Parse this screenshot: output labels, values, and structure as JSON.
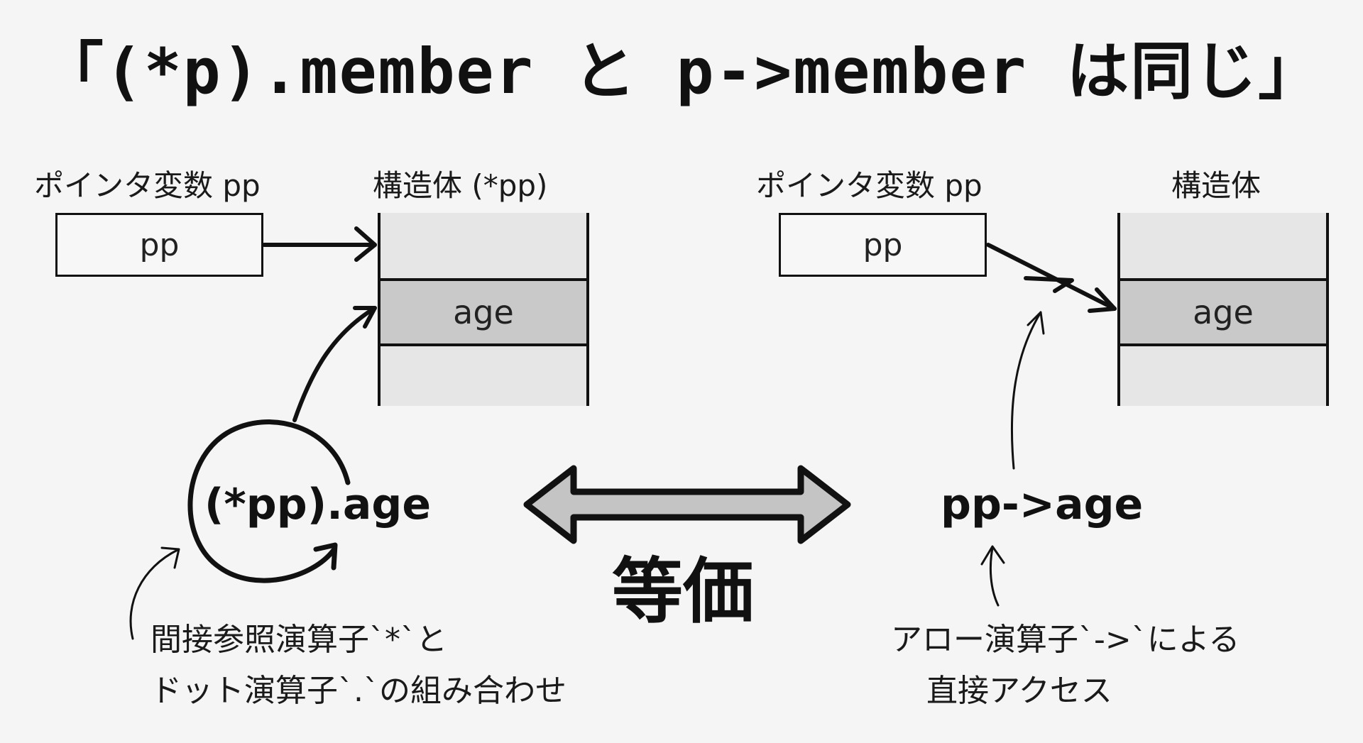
{
  "title": "「(*p).member と p->member は同じ」",
  "left": {
    "pointer_label": "ポインタ変数 pp",
    "pointer_value": "pp",
    "struct_label": "構造体 (*pp)",
    "field": "age",
    "expression": "(*pp).age",
    "note_line1": "間接参照演算子`*`と",
    "note_line2": "ドット演算子`.`の組み合わせ"
  },
  "right": {
    "pointer_label": "ポインタ変数 pp",
    "pointer_value": "pp",
    "struct_label": "構造体",
    "field": "age",
    "expression": "pp->age",
    "note_line1": "アロー演算子`->`による",
    "note_line2": "直接アクセス"
  },
  "center": {
    "equivalence_label": "等価"
  },
  "colors": {
    "background": "#f4f5f4",
    "struct_fill": "#e6e6e6",
    "field_fill": "#c9c9c9",
    "arrow_fill": "#c4c4c4",
    "ink": "#111111"
  }
}
